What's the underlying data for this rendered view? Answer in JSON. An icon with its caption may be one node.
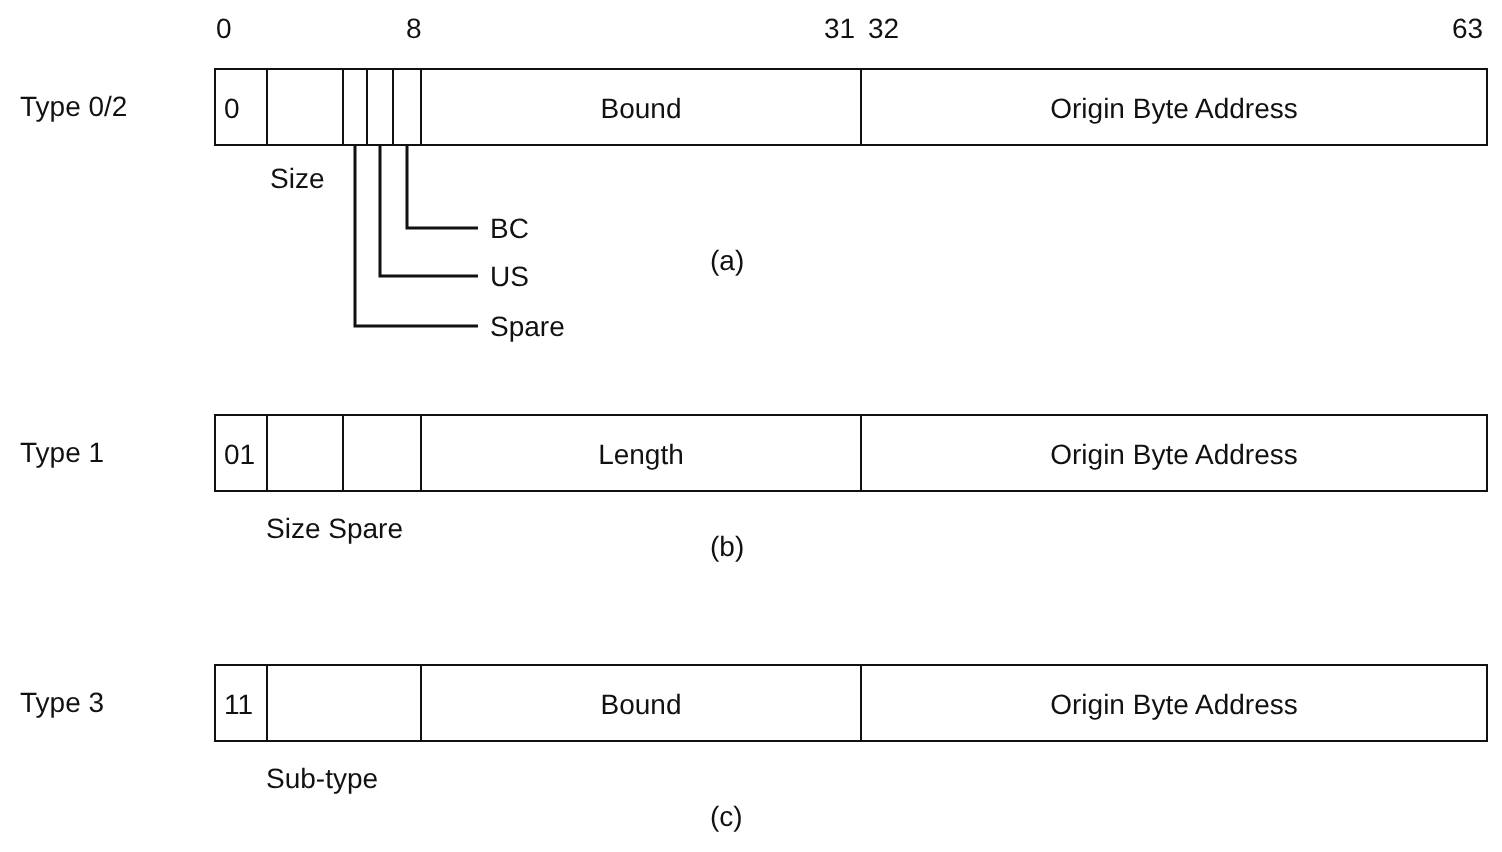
{
  "diagram": {
    "nodes": [
      {
        "text": [
          "0"
        ]
      },
      {
        "text": [],
        "shape": "box"
      },
      {
        "text": [],
        "shape": "box"
      },
      {
        "text": [],
        "shape": "box"
      },
      {
        "text": [],
        "shape": "box"
      },
      {
        "text": [
          "Bound"
        ]
      },
      {
        "text": [
          "Origin Byte Address"
        ]
      },
      {
        "text": [
          "BC"
        ]
      },
      {
        "text": [
          "US"
        ]
      },
      {
        "text": [
          "Spare"
        ]
      },
      {
        "text": [
          "01"
        ]
      },
      {
        "text": [],
        "shape": "box"
      },
      {
        "text": [],
        "shape": "box"
      },
      {
        "text": [
          "Length"
        ]
      },
      {
        "text": [
          "Origin Byte Address"
        ]
      },
      {
        "text": [
          "11"
        ]
      },
      {
        "text": [],
        "shape": "box"
      },
      {
        "text": [
          "Bound"
        ]
      },
      {
        "text": [
          "Origin Byte Address"
        ]
      }
    ],
    "edges": [
      {
        "from": 7,
        "to": 4,
        "arrow": "none"
      },
      {
        "from": 8,
        "to": 3,
        "arrow": "none"
      },
      {
        "from": 9,
        "to": 2,
        "arrow": "none"
      }
    ],
    "labels": [
      "0",
      "8",
      "31",
      "32",
      "63",
      "Type 0/2",
      "Size",
      "(a)",
      "Type 1",
      "Size Spare",
      "(b)",
      "Type 3",
      "Sub-type",
      "(c)"
    ]
  }
}
